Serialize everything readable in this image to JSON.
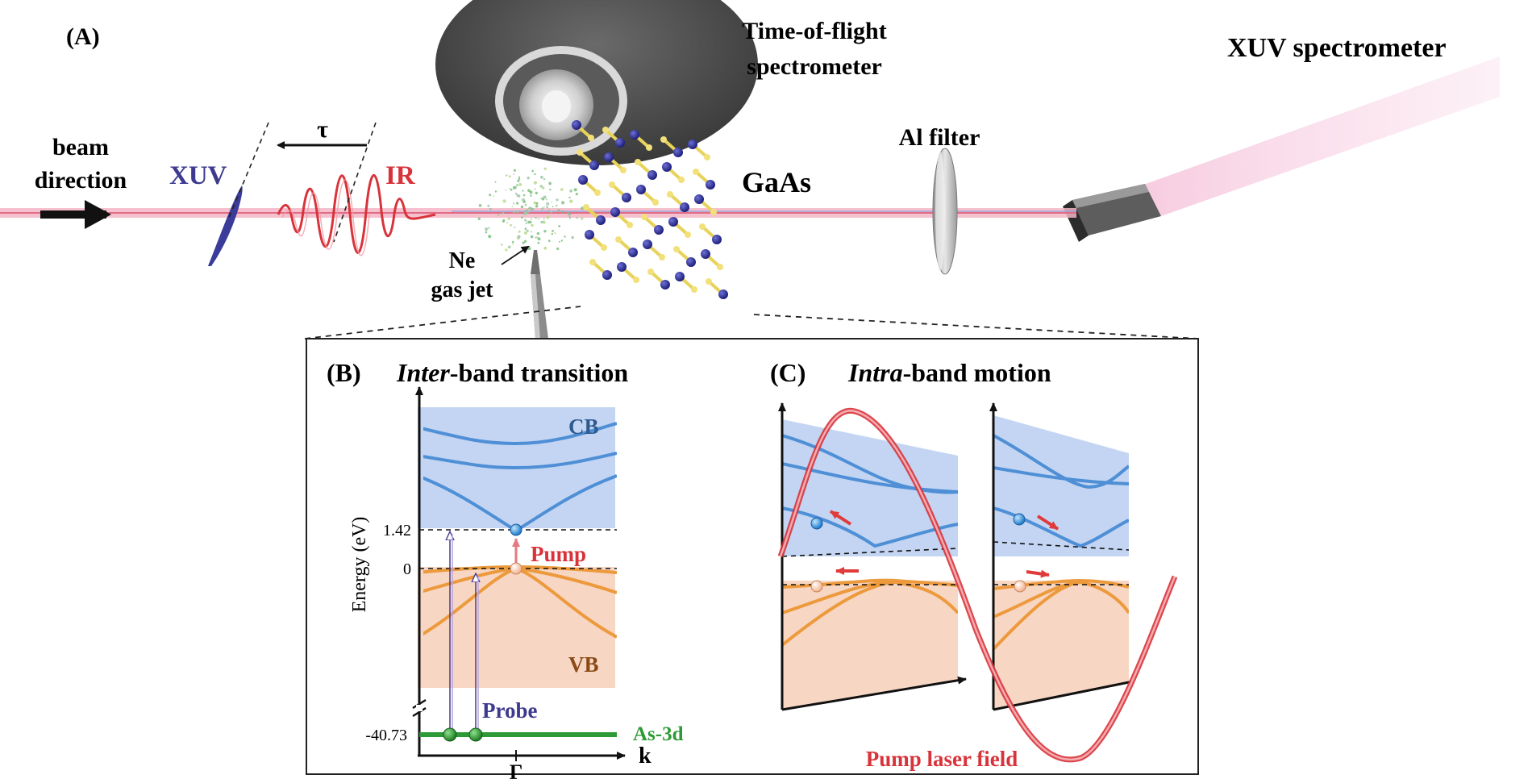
{
  "panel_a": {
    "label": "(A)",
    "beam_direction_line1": "beam",
    "beam_direction_line2": "direction",
    "xuv": "XUV",
    "ir": "IR",
    "tau": "τ",
    "tof_line1": "Time-of-flight",
    "tof_line2": "spectrometer",
    "gaas": "GaAs",
    "ne_line1": "Ne",
    "ne_line2": "gas jet",
    "al_filter": "Al filter",
    "xuv_spectrometer": "XUV spectrometer"
  },
  "panel_b": {
    "label": "(B)",
    "title_italic": "Inter",
    "title_rest": "-band transition",
    "cb": "CB",
    "vb": "VB",
    "pump": "Pump",
    "probe": "Probe",
    "as3d": "As-3d",
    "y_axis_label": "Energy (eV)",
    "tick_142": "1.42",
    "tick_0": "0",
    "tick_4073": "-40.73",
    "x_axis_label": "k",
    "gamma": "Γ"
  },
  "panel_c": {
    "label": "(C)",
    "title_italic": "Intra",
    "title_rest": "-band motion",
    "pump_field": "Pump laser field"
  },
  "colors": {
    "ir_red": "#d8333a",
    "xuv_purple": "#3d3a8f",
    "cb_blue": "#4f8fd6",
    "cb_fill": "#c3d5f2",
    "vb_orange": "#ec9a3c",
    "vb_fill": "#f8d6c4",
    "as3d_green": "#2e9a35",
    "pump_red": "#d8333a",
    "probe_purple": "#3d3a8f",
    "cb_label": "#2f5a8f",
    "vb_label": "#8a4a16"
  }
}
